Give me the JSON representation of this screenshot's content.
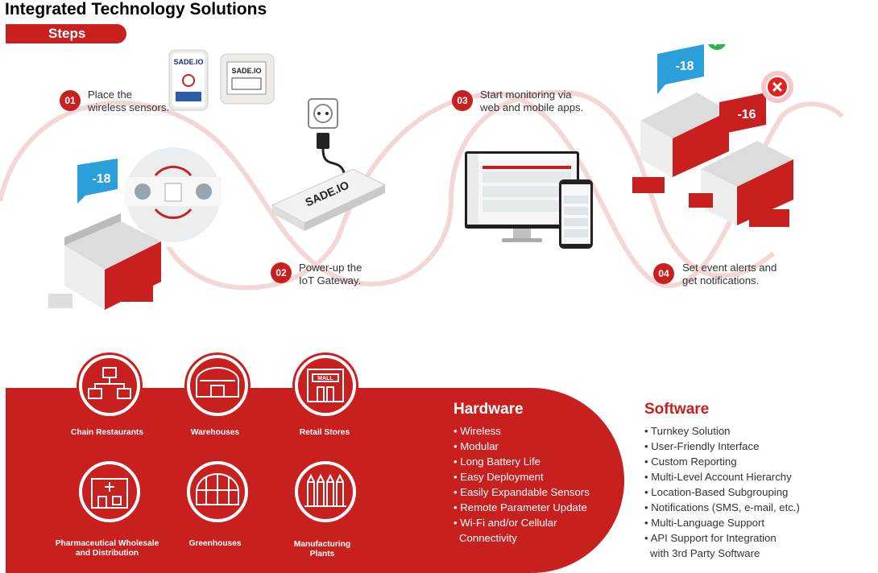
{
  "title": "Integrated Technology Solutions",
  "steps_label": "Steps",
  "steps": [
    {
      "num": "01",
      "lines": [
        "Place the",
        "wireless sensors."
      ]
    },
    {
      "num": "02",
      "lines": [
        "Power-up the",
        "IoT Gateway."
      ]
    },
    {
      "num": "03",
      "lines": [
        "Start monitoring via",
        "web and mobile apps."
      ]
    },
    {
      "num": "04",
      "lines": [
        "Set event alerts and",
        "get notifications."
      ]
    }
  ],
  "sensor_brand": "SADE.IO",
  "gateway_brand": "SADE.IO",
  "temps": {
    "left": "-18",
    "right_top": "-18",
    "right_bottom": "-16"
  },
  "industries": [
    {
      "label_lines": [
        "Chain Restaurants"
      ],
      "icon": "restaurant-chain-icon"
    },
    {
      "label_lines": [
        "Warehouses"
      ],
      "icon": "warehouse-icon"
    },
    {
      "label_lines": [
        "Retail Stores"
      ],
      "icon": "mall-store-icon",
      "sign": "MALL"
    },
    {
      "label_lines": [
        "Pharmaceutical Wholesale",
        "and Distribution"
      ],
      "icon": "pharmacy-icon"
    },
    {
      "label_lines": [
        "Greenhouses"
      ],
      "icon": "greenhouse-icon"
    },
    {
      "label_lines": [
        "Manufacturing",
        "Plants"
      ],
      "icon": "factory-icon"
    }
  ],
  "hardware": {
    "heading": "Hardware",
    "items": [
      "Wireless",
      "Modular",
      "Long Battery Life",
      "Easy Deployment",
      "Easily Expandable Sensors",
      "Remote Parameter Update",
      "Wi-Fi and/or Cellular"
    ],
    "continuation": "Connectivity"
  },
  "software": {
    "heading": "Software",
    "items": [
      "Turnkey Solution",
      "User-Friendly Interface",
      "Custom Reporting",
      "Multi-Level Account Hierarchy",
      "Location-Based Subgrouping",
      "Notifications (SMS, e-mail, etc.)",
      "Multi-Language Support",
      "API Support for Integration"
    ],
    "continuation": "with 3rd Party Software"
  },
  "colors": {
    "brand_red": "#c8201f",
    "ok_green": "#2bb44a",
    "blue_tag": "#2b9fd9"
  }
}
